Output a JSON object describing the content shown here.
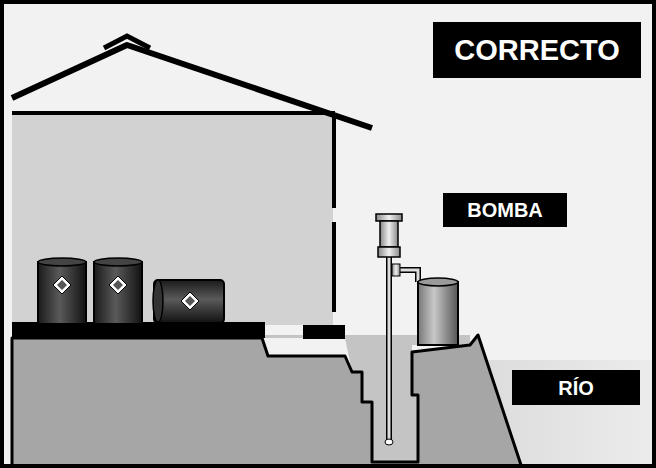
{
  "diagram": {
    "nodes": [
      {
        "text": [
          "CORRECTO"
        ]
      },
      {
        "text": [
          "BOMBA"
        ]
      },
      {
        "text": [
          "RÍO"
        ]
      }
    ]
  }
}
